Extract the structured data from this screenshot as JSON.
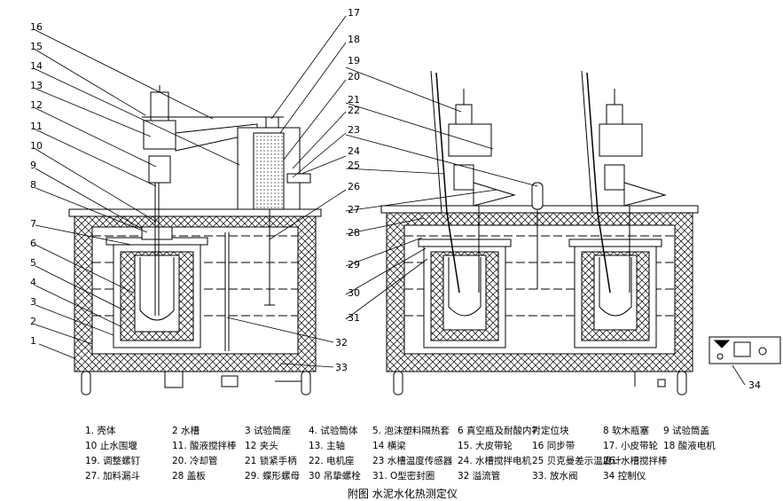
{
  "callout_numbers": [
    "1",
    "2",
    "3",
    "4",
    "5",
    "6",
    "7",
    "8",
    "9",
    "10",
    "11",
    "12",
    "13",
    "14",
    "15",
    "16",
    "17",
    "18",
    "19",
    "20",
    "21",
    "22",
    "23",
    "24",
    "25",
    "26",
    "27",
    "28",
    "29",
    "30",
    "31",
    "32",
    "33",
    "34"
  ],
  "legend": [
    {
      "n": "1.",
      "t": "壳体"
    },
    {
      "n": "2",
      "t": "水槽"
    },
    {
      "n": "3",
      "t": "试验筒座"
    },
    {
      "n": "4.",
      "t": "试验筒体"
    },
    {
      "n": "5.",
      "t": "泡沫塑料隔热套"
    },
    {
      "n": "6",
      "t": "真空瓶及耐酸内衬"
    },
    {
      "n": "7",
      "t": "定位块"
    },
    {
      "n": "8",
      "t": "软木瓶塞"
    },
    {
      "n": "9",
      "t": "试验筒盖"
    },
    {
      "n": "10",
      "t": "止水围堰"
    },
    {
      "n": "11.",
      "t": "酸液搅拌棒"
    },
    {
      "n": "12",
      "t": "夹头"
    },
    {
      "n": "13.",
      "t": "主轴"
    },
    {
      "n": "14",
      "t": "横梁"
    },
    {
      "n": "15.",
      "t": "大皮带轮"
    },
    {
      "n": "16",
      "t": "同步带"
    },
    {
      "n": "17.",
      "t": "小皮带轮"
    },
    {
      "n": "18",
      "t": "酸液电机"
    },
    {
      "n": "19.",
      "t": "调整螺钉"
    },
    {
      "n": "20.",
      "t": "冷却管"
    },
    {
      "n": "21",
      "t": "锁紧手柄"
    },
    {
      "n": "22.",
      "t": "电机座"
    },
    {
      "n": "23",
      "t": "水槽温度传感器"
    },
    {
      "n": "24.",
      "t": "水槽搅拌电机"
    },
    {
      "n": "25",
      "t": "贝克曼差示温度计"
    },
    {
      "n": "26.",
      "t": "水槽搅拌棒"
    },
    {
      "n": "27.",
      "t": "加料漏斗"
    },
    {
      "n": "28",
      "t": "盖板"
    },
    {
      "n": "29.",
      "t": "蝶形螺母"
    },
    {
      "n": "30",
      "t": "吊挚螺栓"
    },
    {
      "n": "31.",
      "t": "O型密封圈"
    },
    {
      "n": "32",
      "t": "溢流管"
    },
    {
      "n": "33.",
      "t": "放水阀"
    },
    {
      "n": "34",
      "t": "控制仪"
    }
  ],
  "caption": "附图    水泥水化热测定仪"
}
